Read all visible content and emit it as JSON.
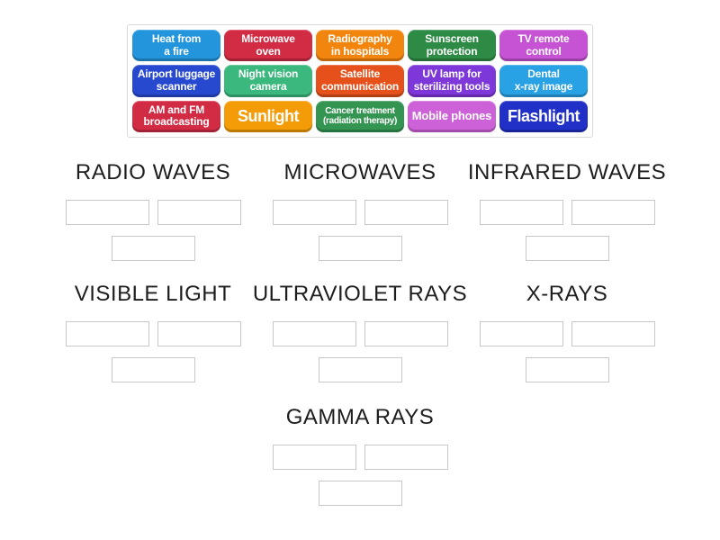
{
  "bank": {
    "tiles": [
      {
        "label": "Heat from\na fire",
        "color": "#2395dd"
      },
      {
        "label": "Microwave\noven",
        "color": "#d22c44"
      },
      {
        "label": "Radiography\nin hospitals",
        "color": "#f2850d"
      },
      {
        "label": "Sunscreen\nprotection",
        "color": "#2e8b46"
      },
      {
        "label": "TV remote\ncontrol",
        "color": "#c653d4"
      },
      {
        "label": "Airport luggage\nscanner",
        "color": "#2749cf"
      },
      {
        "label": "Night vision\ncamera",
        "color": "#3bb87d"
      },
      {
        "label": "Satellite\ncommunication",
        "color": "#e5501b"
      },
      {
        "label": "UV lamp for\nsterilizing tools",
        "color": "#7e37d8"
      },
      {
        "label": "Dental\nx-ray image",
        "color": "#29a2e5"
      },
      {
        "label": "AM and FM\nbroadcasting",
        "color": "#d22c44"
      },
      {
        "label": "Sunlight",
        "color": "#f49c07"
      },
      {
        "label": "Cancer treatment\n(radiation therapy)",
        "color": "#349552"
      },
      {
        "label": "Mobile phones",
        "color": "#cd62d8"
      },
      {
        "label": "Flashlight",
        "color": "#2130c6"
      }
    ]
  },
  "groups": [
    {
      "label": "RADIO WAVES"
    },
    {
      "label": "MICROWAVES"
    },
    {
      "label": "INFRARED WAVES"
    },
    {
      "label": "VISIBLE LIGHT"
    },
    {
      "label": "ULTRAVIOLET RAYS"
    },
    {
      "label": "X-RAYS"
    },
    {
      "label": "GAMMA RAYS"
    }
  ]
}
